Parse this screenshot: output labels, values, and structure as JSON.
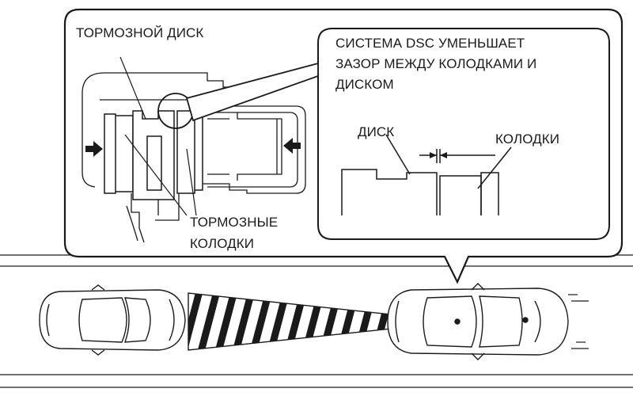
{
  "labels": {
    "brake_disc": "ТОРМОЗНОЙ ДИСК",
    "brake_pads_line1": "ТОРМОЗНЫЕ",
    "brake_pads_line2": "КОЛОДКИ",
    "dsc_line1": "СИСТЕМА DSC УМЕНЬШАЕТ",
    "dsc_line2": "ЗАЗОР МЕЖДУ КОЛОДКАМИ И",
    "dsc_line3": "ДИСКОМ",
    "disc": "ДИСК",
    "pads": "КОЛОДКИ"
  },
  "colors": {
    "stroke": "#1a1a1a",
    "background": "#ffffff"
  }
}
